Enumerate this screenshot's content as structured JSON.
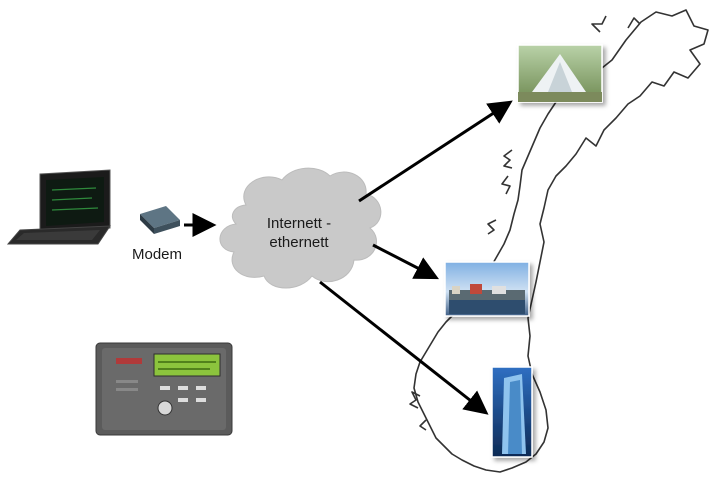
{
  "labels": {
    "modem": "Modem",
    "cloud_line1": "Internett -",
    "cloud_line2": "ethernett"
  },
  "icons": {
    "laptop": "laptop-icon",
    "modem": "modem-icon",
    "controller": "control-panel-icon",
    "map": "norway-map"
  },
  "colors": {
    "cloud": "#c9c9c9",
    "arrow": "#000000",
    "map_outline": "#333333"
  }
}
